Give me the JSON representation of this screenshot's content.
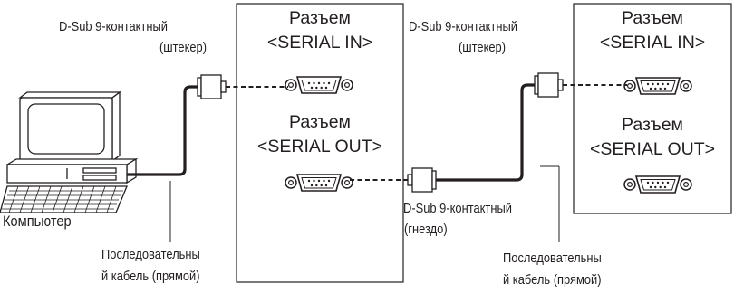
{
  "labels": {
    "connector_top_left_1": "D-Sub 9-контактный",
    "connector_top_left_2": "(штекер)",
    "connector_top_mid_1": "D-Sub 9-контактный",
    "connector_top_mid_2": "(штекер)",
    "connector_bottom_1": "D-Sub 9-контактный",
    "connector_bottom_2": "(гнездо)",
    "computer": "Компьютер",
    "cable_left_1": "Последовательны",
    "cable_left_2": "й кабель (прямой)",
    "cable_right_1": "Последовательны",
    "cable_right_2": "й кабель (прямой)"
  },
  "projector_left": {
    "in_title": "Разъем",
    "in_port": "<SERIAL IN>",
    "out_title": "Разъем",
    "out_port": "<SERIAL OUT>"
  },
  "projector_right": {
    "in_title": "Разъем",
    "in_port": "<SERIAL IN>",
    "out_title": "Разъем",
    "out_port": "<SERIAL OUT>"
  }
}
